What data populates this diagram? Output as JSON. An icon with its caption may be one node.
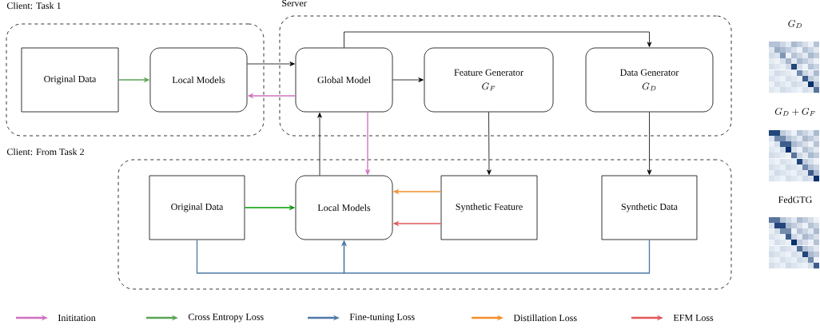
{
  "diagram": {
    "nodes": [
      {
        "text": [
          "Client: Task 1"
        ]
      },
      {
        "text": [
          "Original Data"
        ],
        "in": 0
      },
      {
        "text": [
          "Local Models"
        ],
        "in": 0
      },
      {
        "text": [
          "Server"
        ]
      },
      {
        "text": [
          "Global Model"
        ],
        "in": 3
      },
      {
        "text": [
          "Feature Generator",
          "G_F"
        ],
        "in": 3
      },
      {
        "text": [
          "Data Generator",
          "G_D"
        ],
        "in": 3
      },
      {
        "text": [
          "Client: From Task 2"
        ]
      },
      {
        "text": [
          "Original Data"
        ],
        "in": 7
      },
      {
        "text": [
          "Local Models"
        ],
        "in": 7
      },
      {
        "text": [
          "Synthetic Feature"
        ],
        "in": 7
      },
      {
        "text": [
          "Synthetic Data"
        ],
        "in": 7
      }
    ],
    "edges": [
      {
        "from": 1,
        "to": 2,
        "arrow": "to",
        "color": "#5aa454"
      },
      {
        "from": 2,
        "to": 4,
        "arrow": "to"
      },
      {
        "from": 4,
        "to": 2,
        "arrow": "to",
        "color": "#d070c0"
      },
      {
        "from": 4,
        "to": 5,
        "arrow": "to"
      },
      {
        "from": 4,
        "to": 6,
        "arrow": "to"
      },
      {
        "from": 9,
        "to": 4,
        "arrow": "to"
      },
      {
        "from": 4,
        "to": 9,
        "arrow": "to",
        "color": "#d070c0"
      },
      {
        "from": 5,
        "to": 10,
        "arrow": "to"
      },
      {
        "from": 6,
        "to": 11,
        "arrow": "to"
      },
      {
        "from": 8,
        "to": 9,
        "arrow": "to",
        "color": "#009900"
      },
      {
        "from": 10,
        "to": 9,
        "arrow": "to",
        "color": "#f28e2b"
      },
      {
        "from": 10,
        "to": 9,
        "arrow": "to",
        "color": "#e15759"
      },
      {
        "from": 8,
        "to": 9,
        "arrow": "to",
        "color": "#4e79a7"
      },
      {
        "from": 11,
        "to": 9,
        "arrow": "to",
        "color": "#4e79a7"
      }
    ],
    "labels": [
      "G_D",
      "G_D + G_F",
      "FedGTG"
    ],
    "legend": [
      {
        "text": "Inititation",
        "color": "#d070c0"
      },
      {
        "text": "Cross Entropy Loss",
        "color": "#5aa454"
      },
      {
        "text": "Fine-tuning Loss",
        "color": "#4e79a7"
      },
      {
        "text": "Distillation Loss",
        "color": "#f28e2b"
      },
      {
        "text": "EFM Loss",
        "color": "#e15759"
      }
    ]
  }
}
